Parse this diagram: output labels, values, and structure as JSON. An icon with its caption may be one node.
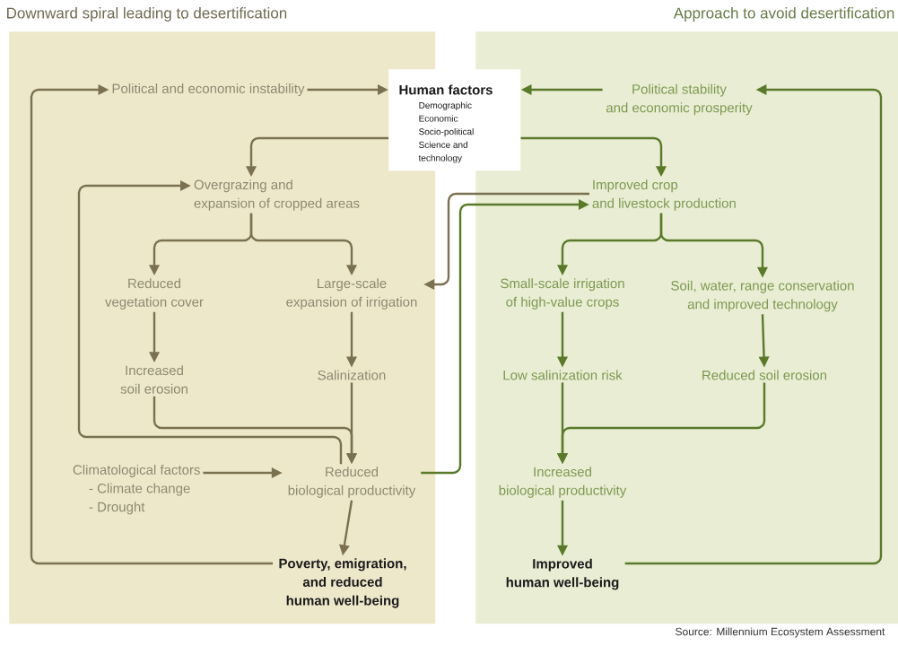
{
  "diagram": {
    "nodes": [
      {
        "text": [
          "Downward spiral leading to desertification"
        ]
      },
      {
        "text": [
          "Approach to avoid desertification"
        ]
      },
      {
        "text": [
          "Human factors",
          "Demographic Economic Socio-political Science and technology"
        ]
      },
      {
        "text": [
          "Political and economic instability"
        ],
        "in": 0
      },
      {
        "text": [
          "Overgrazing and expansion of cropped areas"
        ],
        "in": 0
      },
      {
        "text": [
          "Reduced vegetation cover"
        ],
        "in": 0
      },
      {
        "text": [
          "Large-scale expansion of irrigation"
        ],
        "in": 0
      },
      {
        "text": [
          "Increased soil erosion"
        ],
        "in": 0
      },
      {
        "text": [
          "Salinization"
        ],
        "in": 0
      },
      {
        "text": [
          "Climatological factors",
          "- Climate change",
          "- Drought"
        ],
        "in": 0
      },
      {
        "text": [
          "Reduced biological productivity"
        ],
        "in": 0
      },
      {
        "text": [
          "Poverty, emigration, and reduced human well-being"
        ],
        "in": 0
      },
      {
        "text": [
          "Political stability and economic prosperity"
        ],
        "in": 1
      },
      {
        "text": [
          "Improved crop and livestock production"
        ],
        "in": 1
      },
      {
        "text": [
          "Small-scale irrigation of high-value crops"
        ],
        "in": 1
      },
      {
        "text": [
          "Soil, water, range conservation and improved technology"
        ],
        "in": 1
      },
      {
        "text": [
          "Low salinization risk"
        ],
        "in": 1
      },
      {
        "text": [
          "Reduced soil erosion"
        ],
        "in": 1
      },
      {
        "text": [
          "Increased biological productivity"
        ],
        "in": 1
      },
      {
        "text": [
          "Improved human well-being"
        ],
        "in": 1
      }
    ],
    "edges": [
      {
        "from": 3,
        "to": 2,
        "arrow": "to"
      },
      {
        "from": 11,
        "to": 3,
        "arrow": "to"
      },
      {
        "from": 2,
        "to": 4,
        "arrow": "to"
      },
      {
        "from": 4,
        "to": 5,
        "arrow": "to"
      },
      {
        "from": 4,
        "to": 6,
        "arrow": "to"
      },
      {
        "from": 5,
        "to": 7,
        "arrow": "to"
      },
      {
        "from": 6,
        "to": 8,
        "arrow": "to"
      },
      {
        "from": 7,
        "to": 10,
        "arrow": "to"
      },
      {
        "from": 8,
        "to": 10,
        "arrow": "to"
      },
      {
        "from": 10,
        "to": 4,
        "arrow": "to"
      },
      {
        "from": 9,
        "to": 10,
        "arrow": "to"
      },
      {
        "from": 10,
        "to": 11,
        "arrow": "to"
      },
      {
        "from": 10,
        "to": 13,
        "arrow": "to",
        "color": "#5a7a2a"
      },
      {
        "from": 13,
        "to": 6,
        "arrow": "to"
      },
      {
        "from": 12,
        "to": 2,
        "arrow": "to",
        "color": "#5a7a2a"
      },
      {
        "from": 2,
        "to": 13,
        "arrow": "to",
        "color": "#5a7a2a"
      },
      {
        "from": 13,
        "to": 14,
        "arrow": "to",
        "color": "#5a7a2a"
      },
      {
        "from": 13,
        "to": 15,
        "arrow": "to",
        "color": "#5a7a2a"
      },
      {
        "from": 14,
        "to": 16,
        "arrow": "to",
        "color": "#5a7a2a"
      },
      {
        "from": 15,
        "to": 17,
        "arrow": "to",
        "color": "#5a7a2a"
      },
      {
        "from": 16,
        "to": 18,
        "arrow": "to",
        "color": "#5a7a2a"
      },
      {
        "from": 17,
        "to": 18,
        "arrow": "to",
        "color": "#5a7a2a"
      },
      {
        "from": 18,
        "to": 19,
        "arrow": "to",
        "color": "#5a7a2a"
      },
      {
        "from": 19,
        "to": 12,
        "arrow": "to",
        "color": "#5a7a2a"
      }
    ],
    "labels": [
      "Source: Millennium Ecosystem Assessment"
    ]
  }
}
